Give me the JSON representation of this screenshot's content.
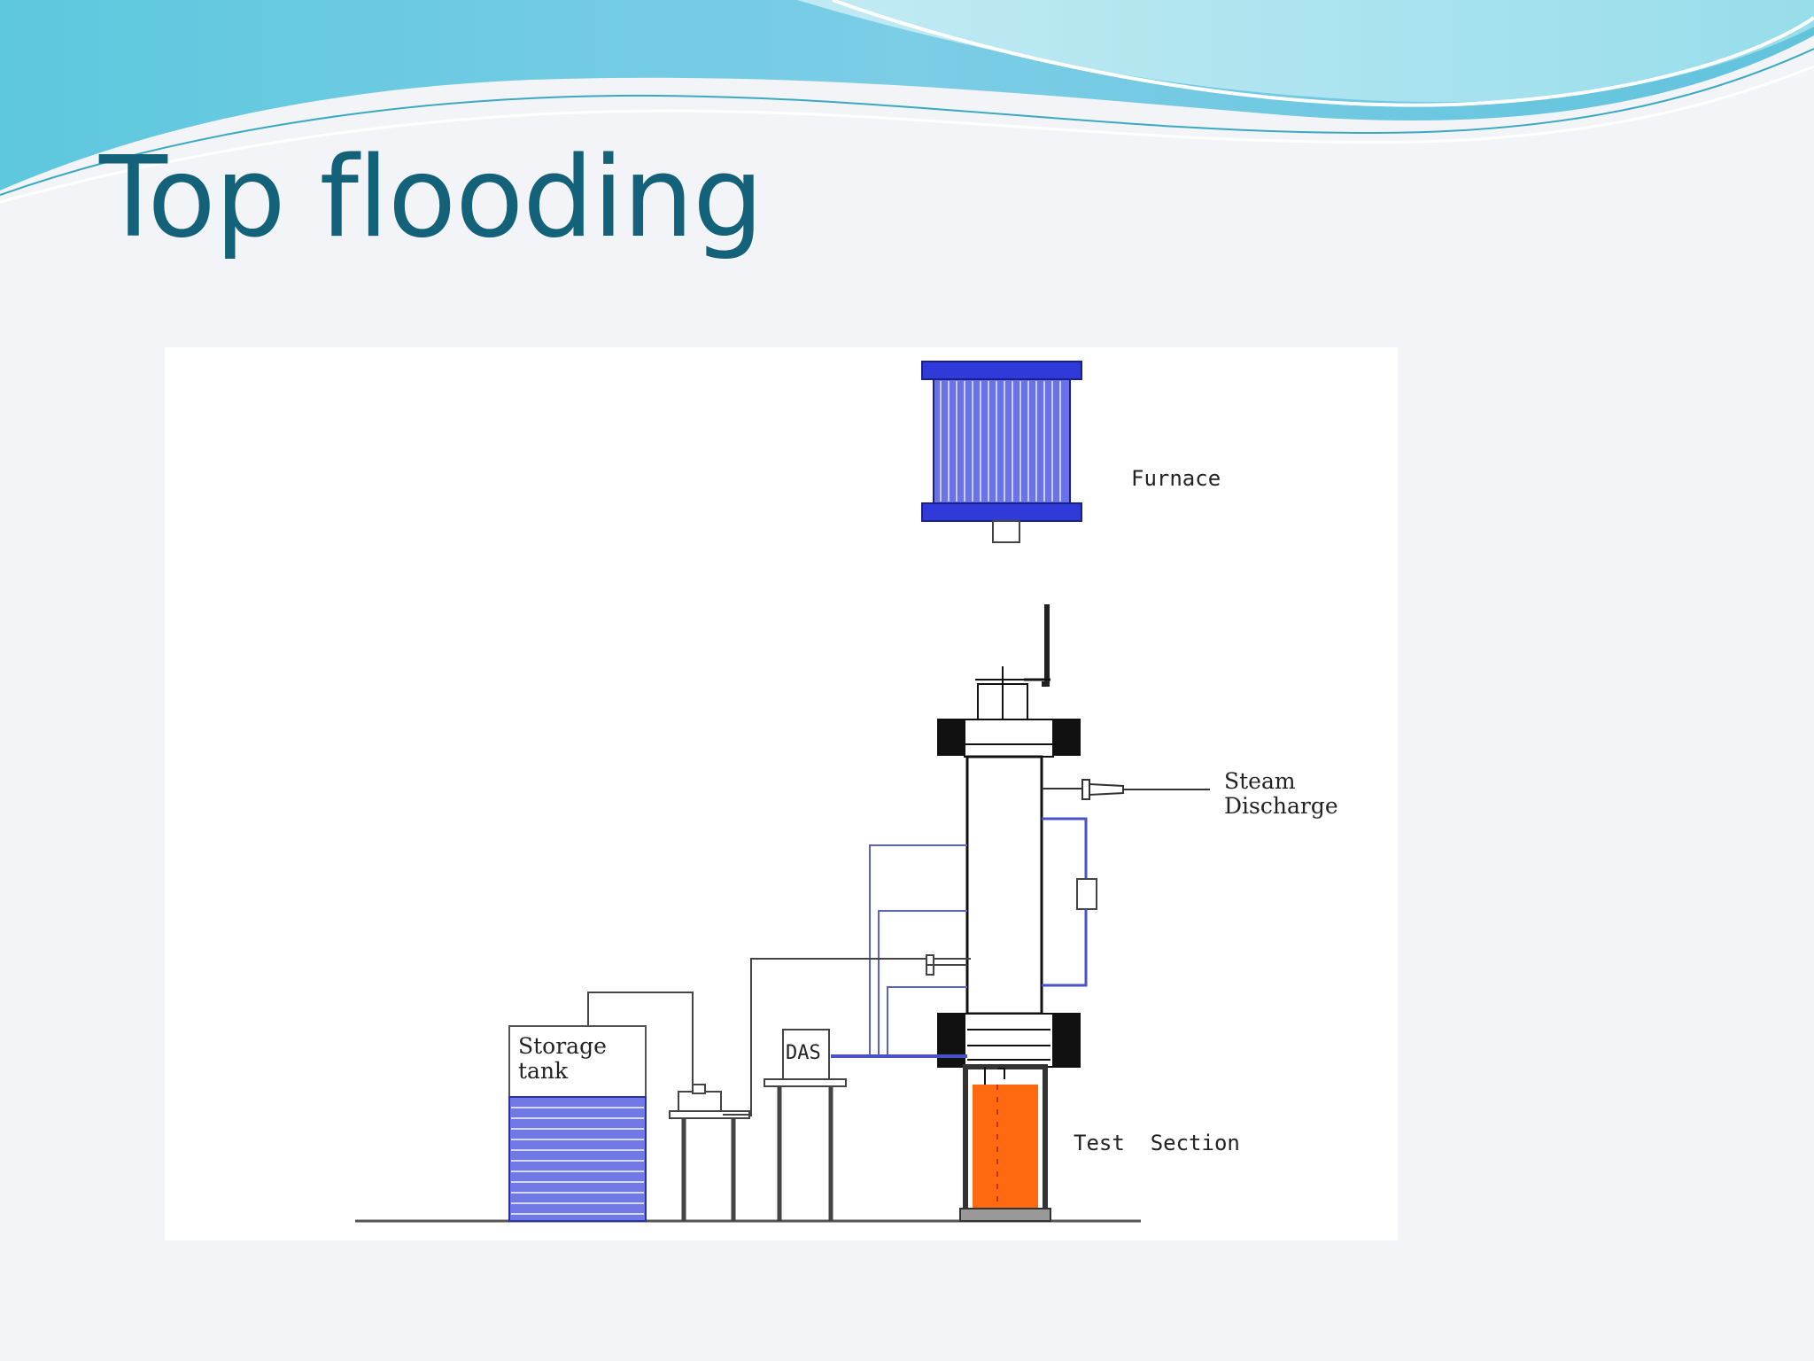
{
  "slide": {
    "title": "Top flooding",
    "accent_color": "#14617a"
  },
  "diagram": {
    "labels": {
      "furnace": "Furnace",
      "steam_discharge_line1": "Steam",
      "steam_discharge_line2": "Discharge",
      "storage_tank_line1": "Storage",
      "storage_tank_line2": "tank",
      "das": "DAS",
      "test_section": "Test  Section"
    },
    "colors": {
      "furnace": "#3a44e0",
      "water": "#7d85e6",
      "heated_section": "#ff5a00",
      "piping": "#4a52c8"
    }
  }
}
